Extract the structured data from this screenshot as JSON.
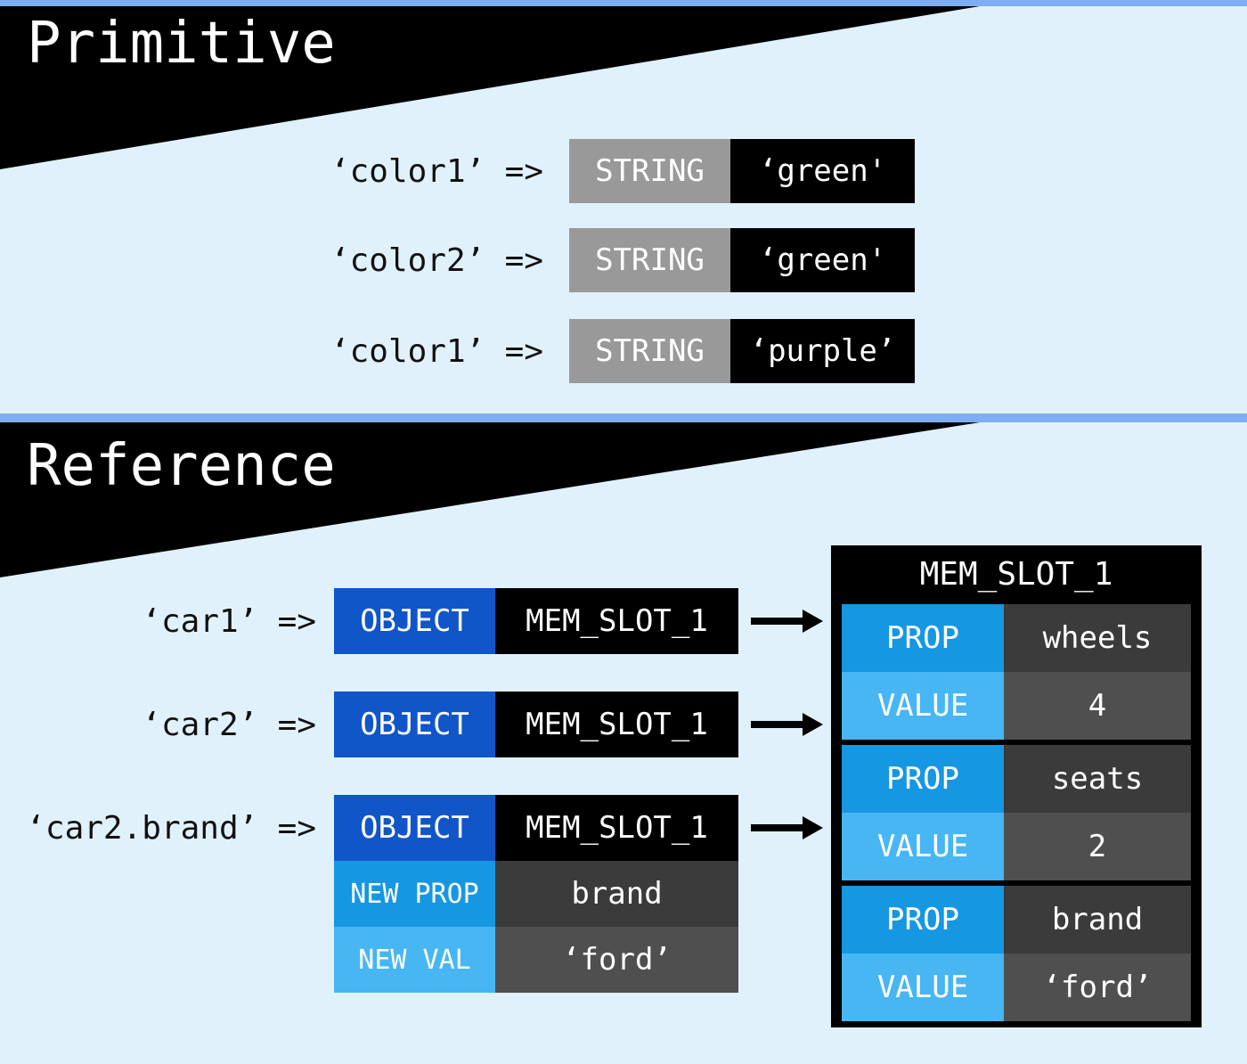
{
  "colors": {
    "bar-blue": "#7fadf2",
    "bg-light": "#e1f1fc",
    "black": "#000000",
    "type-gray": "#999999",
    "object-blue": "#1156c8",
    "prop-azure": "#1697e2",
    "value-sky": "#47b6f3",
    "cell-dark": "#3b3b3b",
    "cell-mid": "#4f4f4f",
    "text-dark": "#111111"
  },
  "sections": {
    "primitive": {
      "title": "Primitive"
    },
    "reference": {
      "title": "Reference"
    }
  },
  "primitive_rows": [
    {
      "label": "‘color1’",
      "arrow": "=>",
      "type": "STRING",
      "value": "‘green'"
    },
    {
      "label": "‘color2’",
      "arrow": "=>",
      "type": "STRING",
      "value": "‘green'"
    },
    {
      "label": "‘color1’",
      "arrow": "=>",
      "type": "STRING",
      "value": "‘purple’"
    }
  ],
  "reference_rows": [
    {
      "label": "‘car1’",
      "arrow": "=>",
      "type": "OBJECT",
      "value": "MEM_SLOT_1"
    },
    {
      "label": "‘car2’",
      "arrow": "=>",
      "type": "OBJECT",
      "value": "MEM_SLOT_1"
    },
    {
      "label": "‘car2.brand’",
      "arrow": "=>",
      "type": "OBJECT",
      "value": "MEM_SLOT_1"
    }
  ],
  "mutation_rows": [
    {
      "key": "NEW PROP",
      "value": "brand"
    },
    {
      "key": "NEW VAL",
      "value": "‘ford’"
    }
  ],
  "memory_slot": {
    "title": "MEM_SLOT_1",
    "entries": [
      {
        "prop_label": "PROP",
        "prop": "wheels",
        "value_label": "VALUE",
        "value": "4"
      },
      {
        "prop_label": "PROP",
        "prop": "seats",
        "value_label": "VALUE",
        "value": "2"
      },
      {
        "prop_label": "PROP",
        "prop": "brand",
        "value_label": "VALUE",
        "value": "‘ford’"
      }
    ]
  }
}
